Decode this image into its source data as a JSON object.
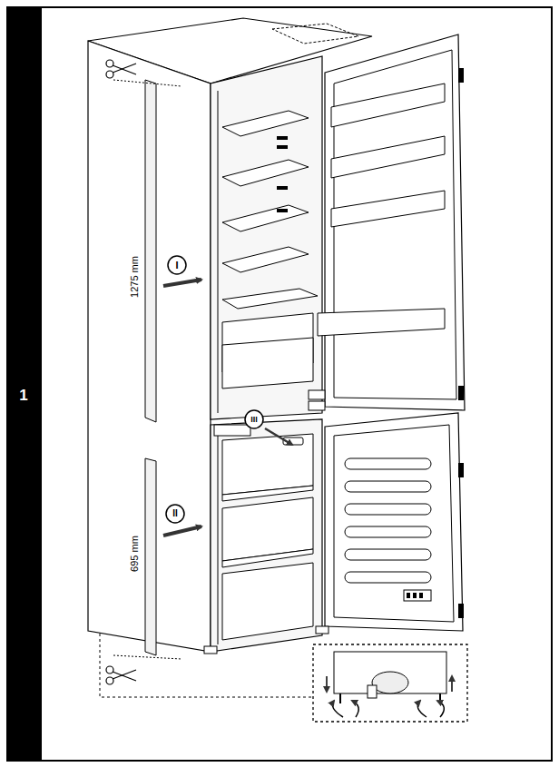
{
  "diagram": {
    "labels": [
      "1",
      "1275 mm",
      "695 mm",
      "I",
      "II",
      "III"
    ]
  }
}
